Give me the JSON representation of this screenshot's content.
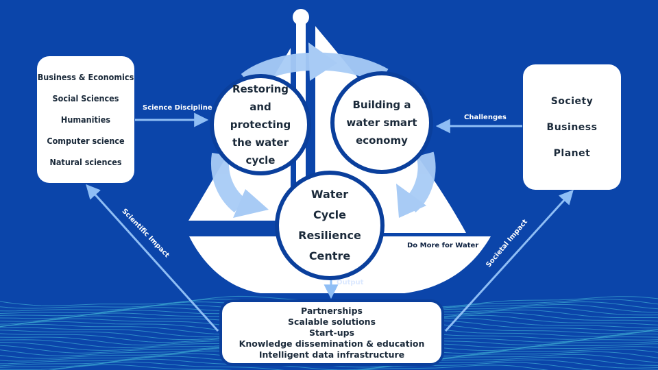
{
  "disciplines": [
    "Business & Economics",
    "Social Sciences",
    "Humanities",
    "Computer science",
    "Natural sciences"
  ],
  "challenge_areas": [
    "Society",
    "Business",
    "Planet"
  ],
  "cycle": {
    "restoring": "Restoring and protecting the water cycle",
    "building": "Building a water smart economy",
    "centre": "Water Cycle Resilience Centre"
  },
  "flows": {
    "science_discipline": "Science Discipline",
    "challenges": "Challenges",
    "output": "Output",
    "scientific_impact": "Scientific Impact",
    "societal_impact": "Societal Impact"
  },
  "tagline": "Do More for Water",
  "outputs": [
    "Partnerships",
    "Scalable solutions",
    "Start-ups",
    "Knowledge dissemination & education",
    "Intelligent data infrastructure"
  ],
  "colors": {
    "background": "#0b45aa",
    "box": "#ffffff",
    "circle_border": "#0a3f9c",
    "cycle_arrow": "#a8cbf5",
    "flow_arrow": "#8fbef5",
    "waves": "#3aa3cf"
  }
}
